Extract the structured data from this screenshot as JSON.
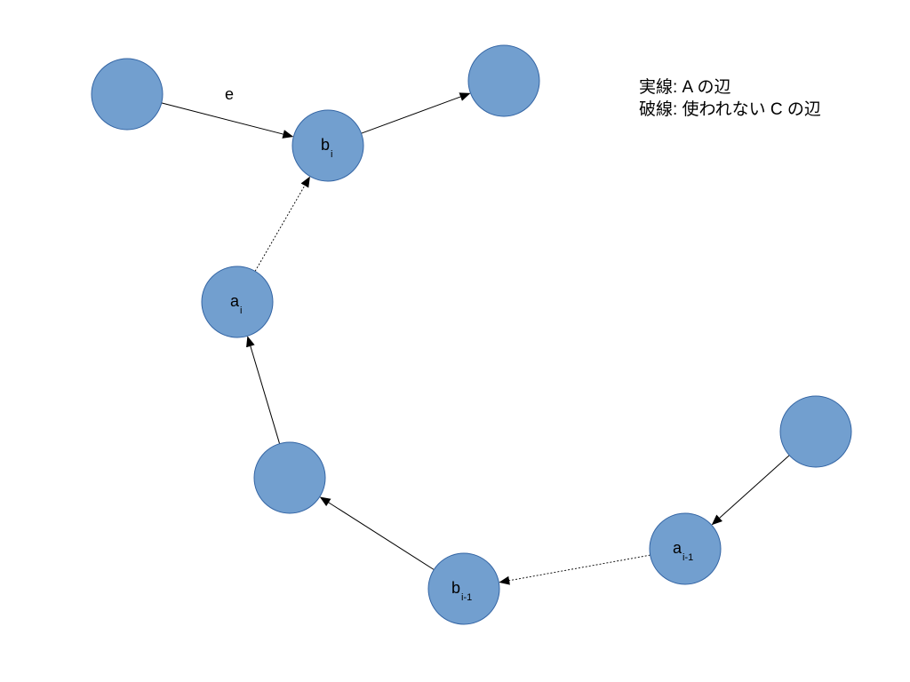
{
  "colors": {
    "node_fill": "#729fcf",
    "node_stroke": "#3465a4",
    "edge": "#000000",
    "background": "#ffffff"
  },
  "legend": {
    "solid": "実線: A の辺",
    "dashed": "破線: 使われない C の辺"
  },
  "nodes": [
    {
      "id": "n_left_top",
      "base": "",
      "sub": ""
    },
    {
      "id": "n_bi",
      "base": "b",
      "sub": "i"
    },
    {
      "id": "n_right_top",
      "base": "",
      "sub": ""
    },
    {
      "id": "n_ai",
      "base": "a",
      "sub": "i"
    },
    {
      "id": "n_mid",
      "base": "",
      "sub": ""
    },
    {
      "id": "n_bi1",
      "base": "b",
      "sub": "i-1"
    },
    {
      "id": "n_ai1",
      "base": "a",
      "sub": "i-1"
    },
    {
      "id": "n_right_bottom",
      "base": "",
      "sub": ""
    }
  ],
  "edges": [
    {
      "from": "n_left_top",
      "to": "n_bi",
      "style": "solid",
      "label": "e"
    },
    {
      "from": "n_bi",
      "to": "n_right_top",
      "style": "solid",
      "label": ""
    },
    {
      "from": "n_ai",
      "to": "n_bi",
      "style": "dashed",
      "label": ""
    },
    {
      "from": "n_mid",
      "to": "n_ai",
      "style": "solid",
      "label": ""
    },
    {
      "from": "n_bi1",
      "to": "n_mid",
      "style": "solid",
      "label": ""
    },
    {
      "from": "n_ai1",
      "to": "n_bi1",
      "style": "dashed",
      "label": ""
    },
    {
      "from": "n_right_bottom",
      "to": "n_ai1",
      "style": "solid",
      "label": ""
    }
  ]
}
